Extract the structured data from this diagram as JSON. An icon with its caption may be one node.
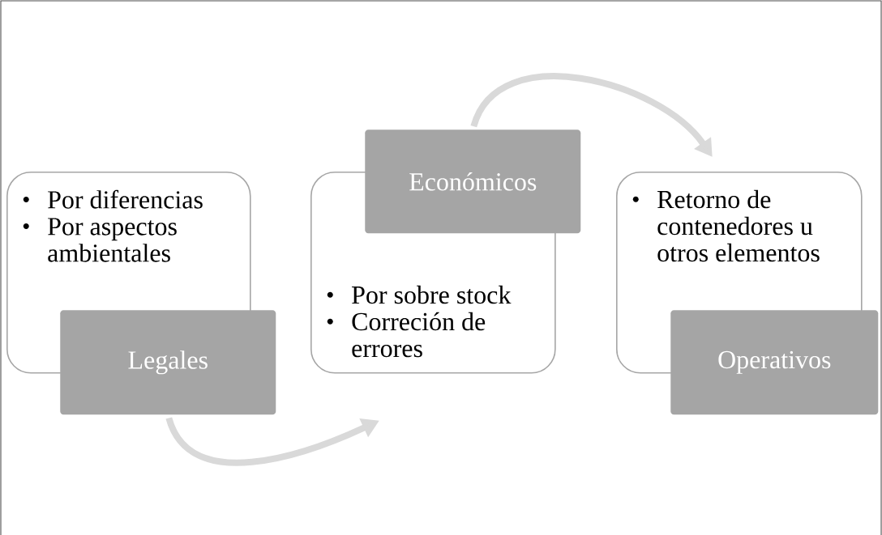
{
  "diagram": {
    "nodes": [
      {
        "text": [
          "Por diferencias",
          "Por aspectos ambientales"
        ]
      },
      {
        "text": [
          "Legales"
        ]
      },
      {
        "text": [
          "Por sobre stock",
          "Correción de errores"
        ]
      },
      {
        "text": [
          "Económicos"
        ]
      },
      {
        "text": [
          "Retorno de contenedores u otros elementos"
        ]
      },
      {
        "text": [
          "Operativos"
        ]
      }
    ],
    "edges": [
      {
        "from": 1,
        "to": 2,
        "arrow": "to"
      },
      {
        "from": 3,
        "to": 4,
        "arrow": "to"
      }
    ]
  }
}
